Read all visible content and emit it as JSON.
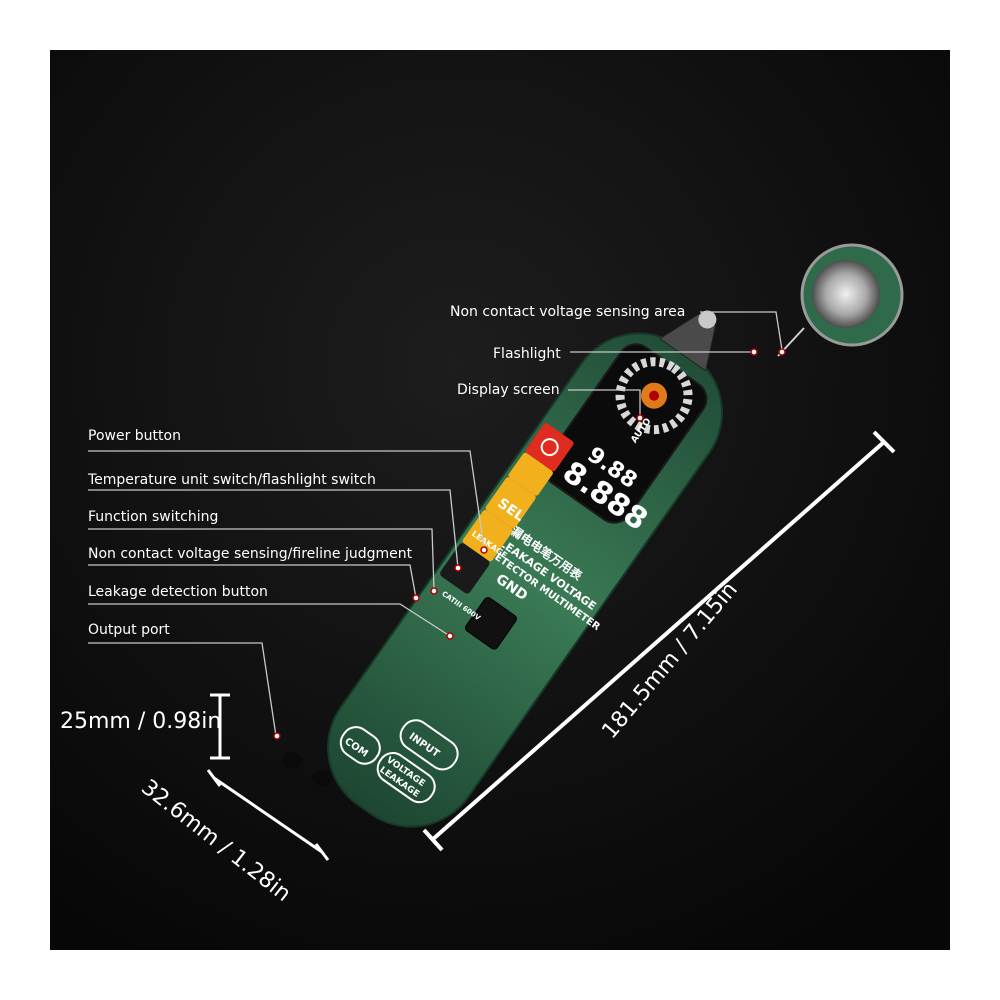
{
  "callouts": {
    "non_contact_area": "Non contact voltage sensing area",
    "flashlight": "Flashlight",
    "display_screen": "Display screen",
    "power_button": "Power button",
    "temp_unit_switch": "Temperature unit switch/flashlight switch",
    "function_switching": "Function switching",
    "ncv_fireline": "Non contact voltage sensing/fireline judgment",
    "leakage_button": "Leakage detection button",
    "output_port": "Output port"
  },
  "dimensions": {
    "length": "181.5mm / 7.15in",
    "height": "25mm / 0.98in",
    "width": "32.6mm / 1.28in"
  },
  "device": {
    "title_cn": "漏电电笔万用表",
    "title_en_1": "LEAKAGE VOLTAGE",
    "title_en_2": "DETECTOR MULTIMETER",
    "gnd": "GND",
    "sel": "SEL",
    "leakage_key": "LEAKAGE",
    "cat_rating": "CATIII 600V",
    "port_com": "COM",
    "port_leakage_voltage_1": "LEAKAGE",
    "port_leakage_voltage_2": "VOLTAGE",
    "port_input": "INPUT",
    "lcd_top_digits": "9.88",
    "lcd_main_digits": "8.888",
    "lcd_auto": "AUTO"
  },
  "colors": {
    "background": "#0d0d0d",
    "body_green": "#2f6b4a",
    "accent_yellow": "#f2b01c",
    "accent_red": "#e02b20",
    "lcd_bg": "#0b0b0b"
  }
}
